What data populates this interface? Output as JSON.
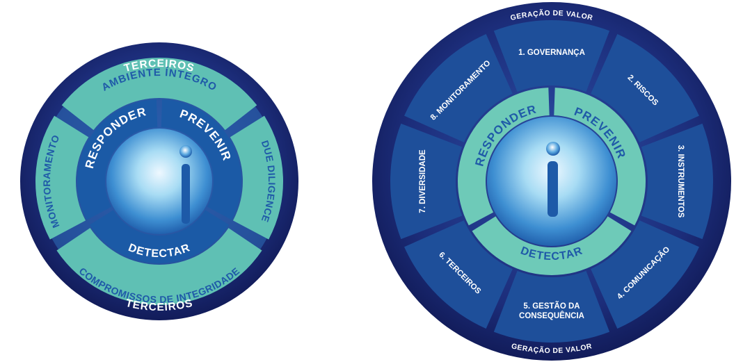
{
  "left_diagram": {
    "outer_top": "TERCEIROS",
    "outer_bottom": "TERCEIROS",
    "middle": {
      "top": "AMBIENTE ÍNTEGRO",
      "right": "DUE DILIGENCE",
      "bottom": "COMPROMISSOS DE INTEGRIDADE",
      "left": "MONITORAMENTO"
    },
    "inner": {
      "left": "RESPONDER",
      "right": "PREVENIR",
      "bottom": "DETECTAR"
    },
    "center_icon": "info-icon"
  },
  "right_diagram": {
    "outer_top": "GERAÇÃO DE VALOR",
    "outer_bottom": "GERAÇÃO DE VALOR",
    "segments": [
      {
        "line1": "1. GOVERNANÇA",
        "line2": ""
      },
      {
        "line1": "2. RISCOS",
        "line2": ""
      },
      {
        "line1": "3. INSTRUMENTOS",
        "line2": ""
      },
      {
        "line1": "4. COMUNICAÇÃO",
        "line2": ""
      },
      {
        "line1": "5. GESTÃO DA",
        "line2": "CONSEQUÊNCIA"
      },
      {
        "line1": "6. TERCEIROS",
        "line2": ""
      },
      {
        "line1": "7. DIVERSIDADE",
        "line2": ""
      },
      {
        "line1": "8. MONITORAMENTO",
        "line2": ""
      }
    ],
    "inner": {
      "left": "RESPONDER",
      "right": "PREVENIR",
      "bottom": "DETECTAR"
    },
    "center_icon": "info-icon"
  },
  "colors": {
    "outer_ring": "#1c2d7a",
    "ring_dark": "#1e4f9a",
    "ring_teal": "#5fc0b4",
    "inner_dark": "#1b5aa6",
    "inner_teal": "#6ecab8",
    "text_white": "#ffffff",
    "text_blue": "#1f5aa8"
  }
}
